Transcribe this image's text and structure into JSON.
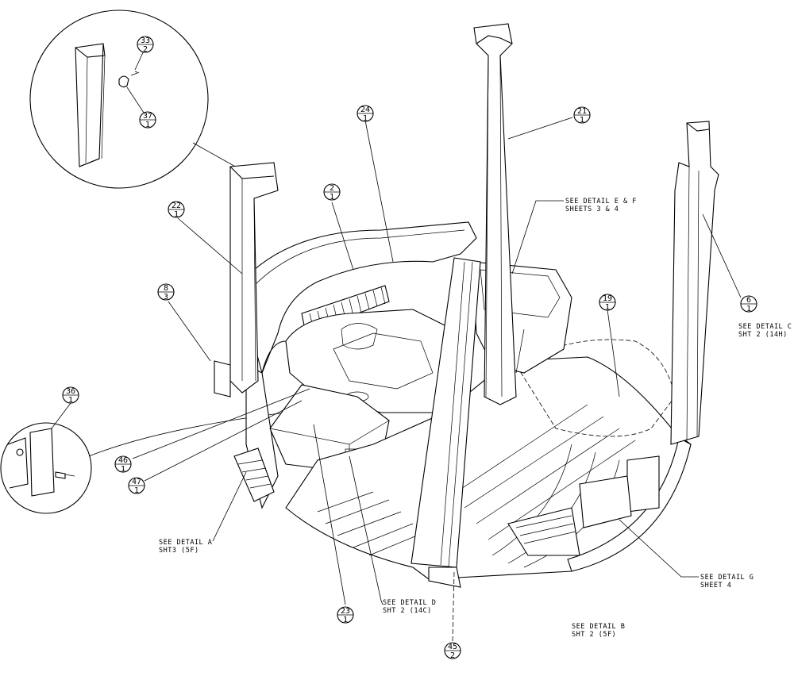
{
  "balloons": [
    {
      "id": "b33",
      "top": "33",
      "bottom": "2"
    },
    {
      "id": "b37",
      "top": "37",
      "bottom": "1"
    },
    {
      "id": "b24",
      "top": "24",
      "bottom": "1"
    },
    {
      "id": "b21",
      "top": "21",
      "bottom": "1"
    },
    {
      "id": "b2",
      "top": "2",
      "bottom": "1"
    },
    {
      "id": "b22",
      "top": "22",
      "bottom": "1"
    },
    {
      "id": "b8",
      "top": "8",
      "bottom": "3"
    },
    {
      "id": "b19",
      "top": "19",
      "bottom": "1"
    },
    {
      "id": "b6",
      "top": "6",
      "bottom": "1"
    },
    {
      "id": "b36",
      "top": "36",
      "bottom": "1"
    },
    {
      "id": "b46",
      "top": "46",
      "bottom": "1"
    },
    {
      "id": "b47",
      "top": "47",
      "bottom": "1"
    },
    {
      "id": "b23",
      "top": "23",
      "bottom": "1"
    },
    {
      "id": "b45",
      "top": "45",
      "bottom": "2"
    }
  ],
  "notes": {
    "detail_ef": [
      "SEE DETAIL E & F",
      "SHEETS 3 & 4"
    ],
    "detail_c": [
      "SEE DETAIL C",
      "SHT 2 (14H)"
    ],
    "detail_a": [
      "SEE DETAIL A",
      "SHT3 (5F)"
    ],
    "detail_d": [
      "SEE DETAIL D",
      "SHT 2 (14C)"
    ],
    "detail_g": [
      "SEE DETAIL G",
      "SHEET 4"
    ],
    "detail_b": [
      "SEE DETAIL B",
      "SHT 2 (5F)"
    ]
  }
}
